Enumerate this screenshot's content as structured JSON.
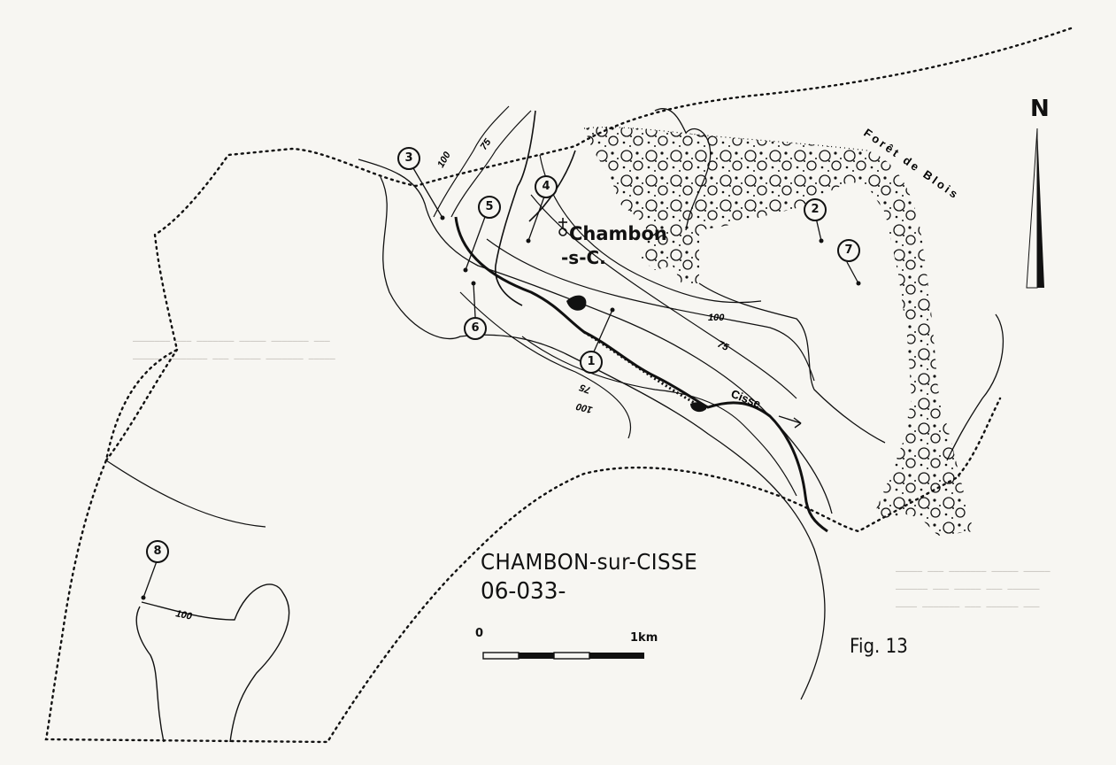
{
  "map": {
    "title": "CHAMBON-sur-CISSE",
    "code": "06-033-",
    "figure": "Fig. 13",
    "north": "N",
    "town": {
      "line1": "Chambon",
      "line2": "-s-C."
    },
    "forest": "Forêt de Blois",
    "river": "Cisse",
    "scale": {
      "start": "0",
      "end": "1km"
    },
    "contours": {
      "c100a": "100",
      "c75a": "75",
      "c100b": "100",
      "c75b": "75",
      "c75c": "75",
      "c100c": "100",
      "c100d": "100"
    },
    "sites": [
      "1",
      "2",
      "3",
      "4",
      "5",
      "6",
      "7",
      "8"
    ],
    "colors": {
      "ink": "#111111",
      "paper": "#f7f6f2",
      "ghost": "#b9b6ad"
    }
  }
}
